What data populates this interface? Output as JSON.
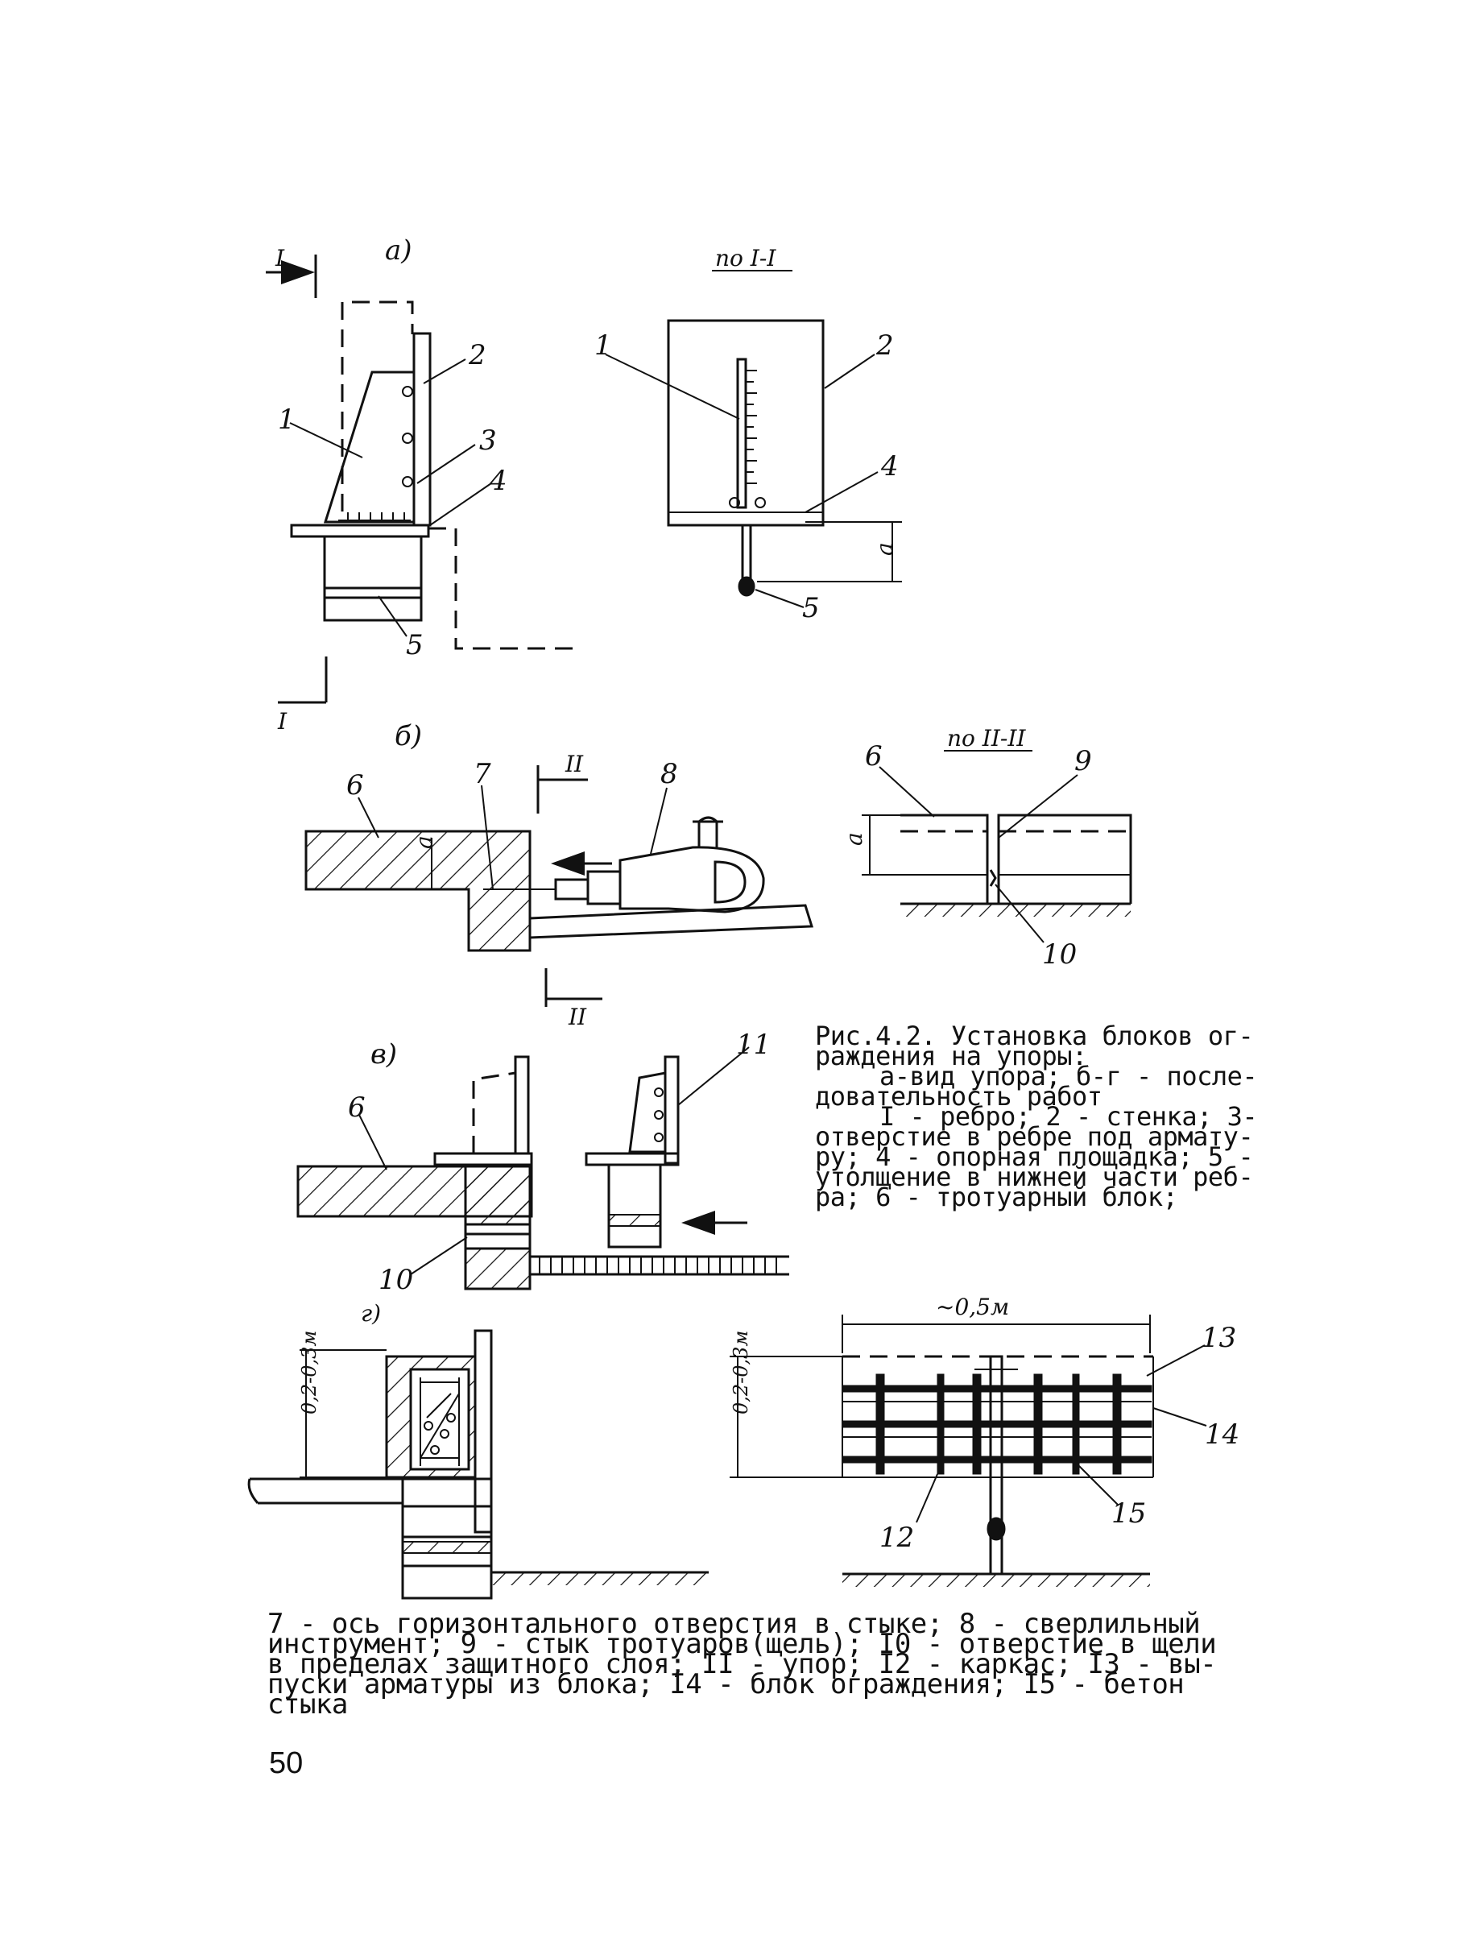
{
  "figure": {
    "caption_title": "Рис.4.2. Установка блоков ограждения на упоры:",
    "caption_lines": [
      "Рис.4.2. Установка блоков ог-",
      "раждения на упоры:",
      "а-вид упора; б-г - после-",
      "довательность работ",
      "I - ребро; 2 - стенка; 3-",
      "отверстие в ребре под армату-",
      "ру; 4 - опорная площадка; 5 -",
      "утолщение в нижней части реб-",
      "ра; 6 - тротуарный блок;"
    ],
    "legend_lines": [
      "7 - ось горизонтального отверстия в стыке; 8 - сверлильный",
      "инструмент; 9 - стык тротуаров(щель); I0 - отверстие в щели",
      "в пределах защитного слоя; II - упор; I2 - каркас; I3 - вы-",
      "пуски арматуры из блока; I4 - блок ограждения; I5 - бетон",
      "стыка"
    ],
    "page_number": "50"
  },
  "views": {
    "a": {
      "label": "а)",
      "section_mark": "I",
      "callouts": [
        "1",
        "2",
        "3",
        "4",
        "5"
      ]
    },
    "section_1": {
      "label": "по I-I",
      "callouts": [
        "1",
        "2",
        "4",
        "5"
      ],
      "dimension": "а"
    },
    "b": {
      "label": "б)",
      "section_mark": "II",
      "callouts": [
        "6",
        "7",
        "8"
      ],
      "dimension": "а"
    },
    "section_2": {
      "label": "по II-II",
      "callouts": [
        "6",
        "9",
        "10"
      ],
      "dimension": "а"
    },
    "v": {
      "label": "в)",
      "callouts": [
        "6",
        "11",
        "10"
      ]
    },
    "g": {
      "label": "г)",
      "dimension": "0,2-0,3м",
      "callouts": [
        "12",
        "13",
        "14",
        "15"
      ],
      "width_dimension": "~0,5м",
      "height_dimension": "0,2-0,3м"
    }
  }
}
